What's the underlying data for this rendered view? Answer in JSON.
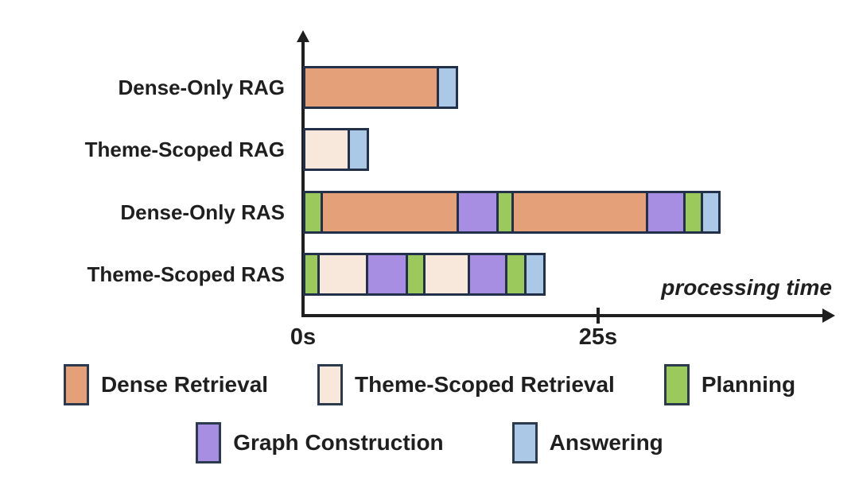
{
  "chart_data": {
    "type": "bar",
    "orientation": "horizontal",
    "title": "",
    "xlabel": "processing time",
    "ylabel": "",
    "x_unit": "seconds",
    "xlim": [
      0,
      44
    ],
    "grid": false,
    "legend_position": "bottom",
    "x_ticks": [
      {
        "label": "0s",
        "value": 0
      },
      {
        "label": "25s",
        "value": 25
      }
    ],
    "categories": [
      "Dense-Only RAG",
      "Theme-Scoped RAG",
      "Dense-Only RAS",
      "Theme-Scoped RAS"
    ],
    "phases": [
      {
        "id": "dense",
        "label": "Dense Retrieval",
        "color": "#E4A179"
      },
      {
        "id": "theme",
        "label": "Theme-Scoped Retrieval",
        "color": "#F8E8DB"
      },
      {
        "id": "planning",
        "label": "Planning",
        "color": "#9BC95B"
      },
      {
        "id": "graph",
        "label": "Graph Construction",
        "color": "#A88EE3"
      },
      {
        "id": "answering",
        "label": "Answering",
        "color": "#ABC9E7"
      }
    ],
    "legend_rows": [
      [
        "dense",
        "theme",
        "planning"
      ],
      [
        "graph",
        "answering"
      ]
    ],
    "bars": [
      {
        "category": "Dense-Only RAG",
        "segments": [
          {
            "phase": "dense",
            "seconds": 11.5
          },
          {
            "phase": "answering",
            "seconds": 1.8
          }
        ]
      },
      {
        "category": "Theme-Scoped RAG",
        "segments": [
          {
            "phase": "theme",
            "seconds": 4.0
          },
          {
            "phase": "answering",
            "seconds": 1.8
          }
        ]
      },
      {
        "category": "Dense-Only RAS",
        "segments": [
          {
            "phase": "planning",
            "seconds": 1.7
          },
          {
            "phase": "dense",
            "seconds": 11.7
          },
          {
            "phase": "graph",
            "seconds": 3.6
          },
          {
            "phase": "planning",
            "seconds": 1.5
          },
          {
            "phase": "dense",
            "seconds": 11.6
          },
          {
            "phase": "graph",
            "seconds": 3.4
          },
          {
            "phase": "planning",
            "seconds": 1.7
          },
          {
            "phase": "answering",
            "seconds": 1.7
          }
        ]
      },
      {
        "category": "Theme-Scoped RAS",
        "segments": [
          {
            "phase": "planning",
            "seconds": 1.4
          },
          {
            "phase": "theme",
            "seconds": 4.3
          },
          {
            "phase": "graph",
            "seconds": 3.6
          },
          {
            "phase": "planning",
            "seconds": 1.7
          },
          {
            "phase": "theme",
            "seconds": 4.0
          },
          {
            "phase": "graph",
            "seconds": 3.4
          },
          {
            "phase": "planning",
            "seconds": 1.8
          },
          {
            "phase": "answering",
            "seconds": 1.8
          }
        ]
      }
    ]
  },
  "colors": {
    "background": "#ffffff",
    "axis": "#1f1f1f",
    "segment_border": "#223149",
    "text": "#1f1f1f"
  }
}
